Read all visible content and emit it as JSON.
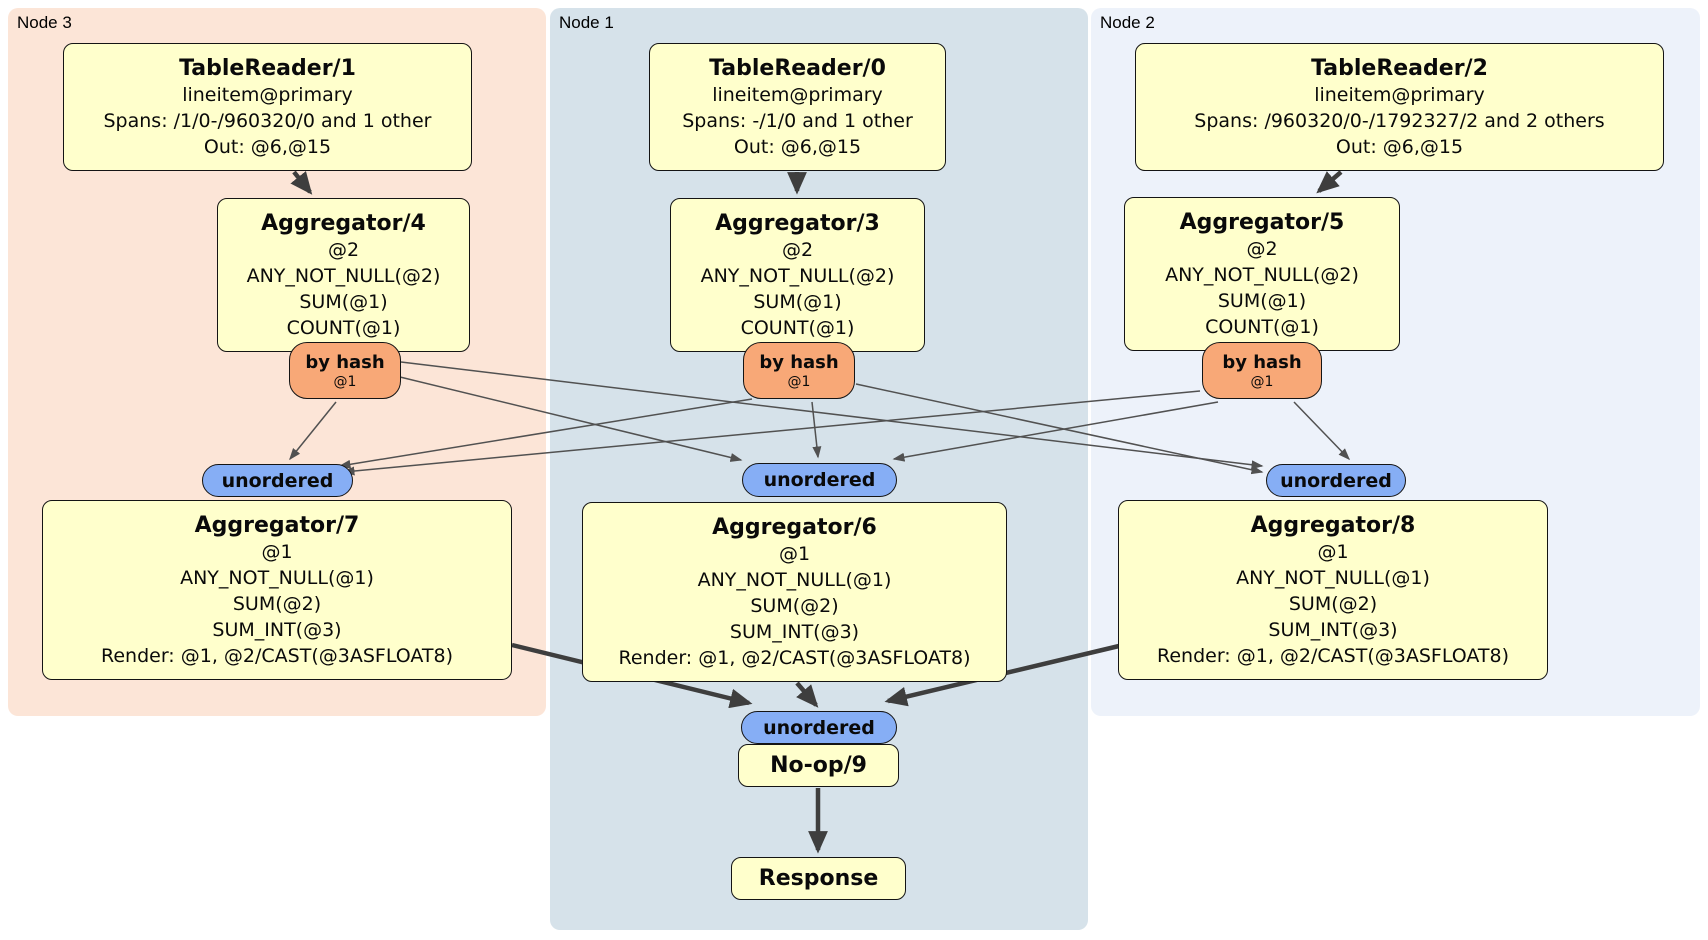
{
  "regions": [
    {
      "label": "Node 3",
      "bg": "#fce5d7"
    },
    {
      "label": "Node 1",
      "bg": "#d6e2ea"
    },
    {
      "label": "Node 2",
      "bg": "#edf2fa"
    }
  ],
  "boxes": {
    "tr1": {
      "title": "TableReader/1",
      "lines": [
        "lineitem@primary",
        "Spans: /1/0-/960320/0 and 1 other",
        "Out: @6,@15"
      ]
    },
    "tr0": {
      "title": "TableReader/0",
      "lines": [
        "lineitem@primary",
        "Spans: -/1/0 and 1 other",
        "Out: @6,@15"
      ]
    },
    "tr2": {
      "title": "TableReader/2",
      "lines": [
        "lineitem@primary",
        "Spans: /960320/0-/1792327/2 and 2 others",
        "Out: @6,@15"
      ]
    },
    "agg4": {
      "title": "Aggregator/4",
      "lines": [
        "@2",
        "ANY_NOT_NULL(@2)",
        "SUM(@1)",
        "COUNT(@1)"
      ]
    },
    "agg3": {
      "title": "Aggregator/3",
      "lines": [
        "@2",
        "ANY_NOT_NULL(@2)",
        "SUM(@1)",
        "COUNT(@1)"
      ]
    },
    "agg5": {
      "title": "Aggregator/5",
      "lines": [
        "@2",
        "ANY_NOT_NULL(@2)",
        "SUM(@1)",
        "COUNT(@1)"
      ]
    },
    "agg7": {
      "title": "Aggregator/7",
      "lines": [
        "@1",
        "ANY_NOT_NULL(@1)",
        "SUM(@2)",
        "SUM_INT(@3)",
        "Render: @1, @2/CAST(@3ASFLOAT8)"
      ]
    },
    "agg6": {
      "title": "Aggregator/6",
      "lines": [
        "@1",
        "ANY_NOT_NULL(@1)",
        "SUM(@2)",
        "SUM_INT(@3)",
        "Render: @1, @2/CAST(@3ASFLOAT8)"
      ]
    },
    "agg8": {
      "title": "Aggregator/8",
      "lines": [
        "@1",
        "ANY_NOT_NULL(@1)",
        "SUM(@2)",
        "SUM_INT(@3)",
        "Render: @1, @2/CAST(@3ASFLOAT8)"
      ]
    },
    "noop": {
      "title": "No-op/9"
    },
    "response": {
      "title": "Response"
    }
  },
  "router": {
    "label": "by hash",
    "sublabel": "@1"
  },
  "sync": {
    "label": "unordered"
  },
  "colors": {
    "node3_bg": "#fce5d7",
    "node1_bg": "#d6e2ea",
    "node2_bg": "#edf2fa",
    "processor_bg": "#ffffcc",
    "router_bg": "#f8a877",
    "sync_bg": "#86aef5",
    "box_border": "#141414",
    "edge_thick": "#3e3e3e",
    "edge_thin": "#515151"
  }
}
